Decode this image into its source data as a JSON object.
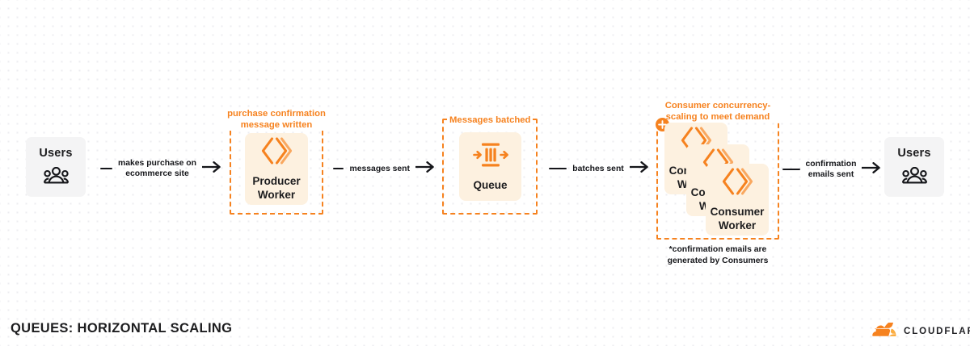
{
  "page": {
    "title": "QUEUES: HORIZONTAL SCALING",
    "brand": "CLOUDFLARE",
    "accent_color": "#F6821F",
    "card_fill": "#FDF1E0",
    "grey_fill": "#F4F4F5",
    "text_color": "#1D1D1F",
    "background": "#FFFFFF",
    "grid_dot_color": "#EDEDF0"
  },
  "nodes": {
    "users_left": {
      "label": "Users",
      "icon": "users-group-icon"
    },
    "producer": {
      "label": "Producer\nWorker",
      "label_line1": "Producer",
      "label_line2": "Worker",
      "icon": "cloudflare-workers-icon"
    },
    "queue": {
      "label": "Queue",
      "icon": "queue-icon"
    },
    "consumer": {
      "label_line1": "Consumer",
      "label_line2": "Worker",
      "icon": "cloudflare-workers-icon",
      "stack_count": 3
    },
    "users_right": {
      "label": "Users",
      "icon": "users-group-icon"
    }
  },
  "groups": {
    "producer_group": {
      "label_line1": "purchase confirmation",
      "label_line2": "message written"
    },
    "queue_group": {
      "label": "Messages batched"
    },
    "consumer_group": {
      "label_line1": "Consumer concurrency-",
      "label_line2": "scaling to meet demand",
      "badge_icon": "plus-circle-icon"
    }
  },
  "connectors": [
    {
      "id": "c1",
      "line1": "makes purchase on",
      "line2": "ecommerce site",
      "arrow": "arrow-right-icon"
    },
    {
      "id": "c2",
      "line1": "messages sent",
      "line2": "",
      "arrow": "arrow-right-icon"
    },
    {
      "id": "c3",
      "line1": "batches sent",
      "line2": "",
      "arrow": "arrow-right-icon"
    },
    {
      "id": "c4",
      "line1": "confirmation",
      "line2": "emails sent",
      "arrow": "arrow-right-icon"
    }
  ],
  "footnote": {
    "line1": "*confirmation emails are",
    "line2": "generated by Consumers"
  }
}
